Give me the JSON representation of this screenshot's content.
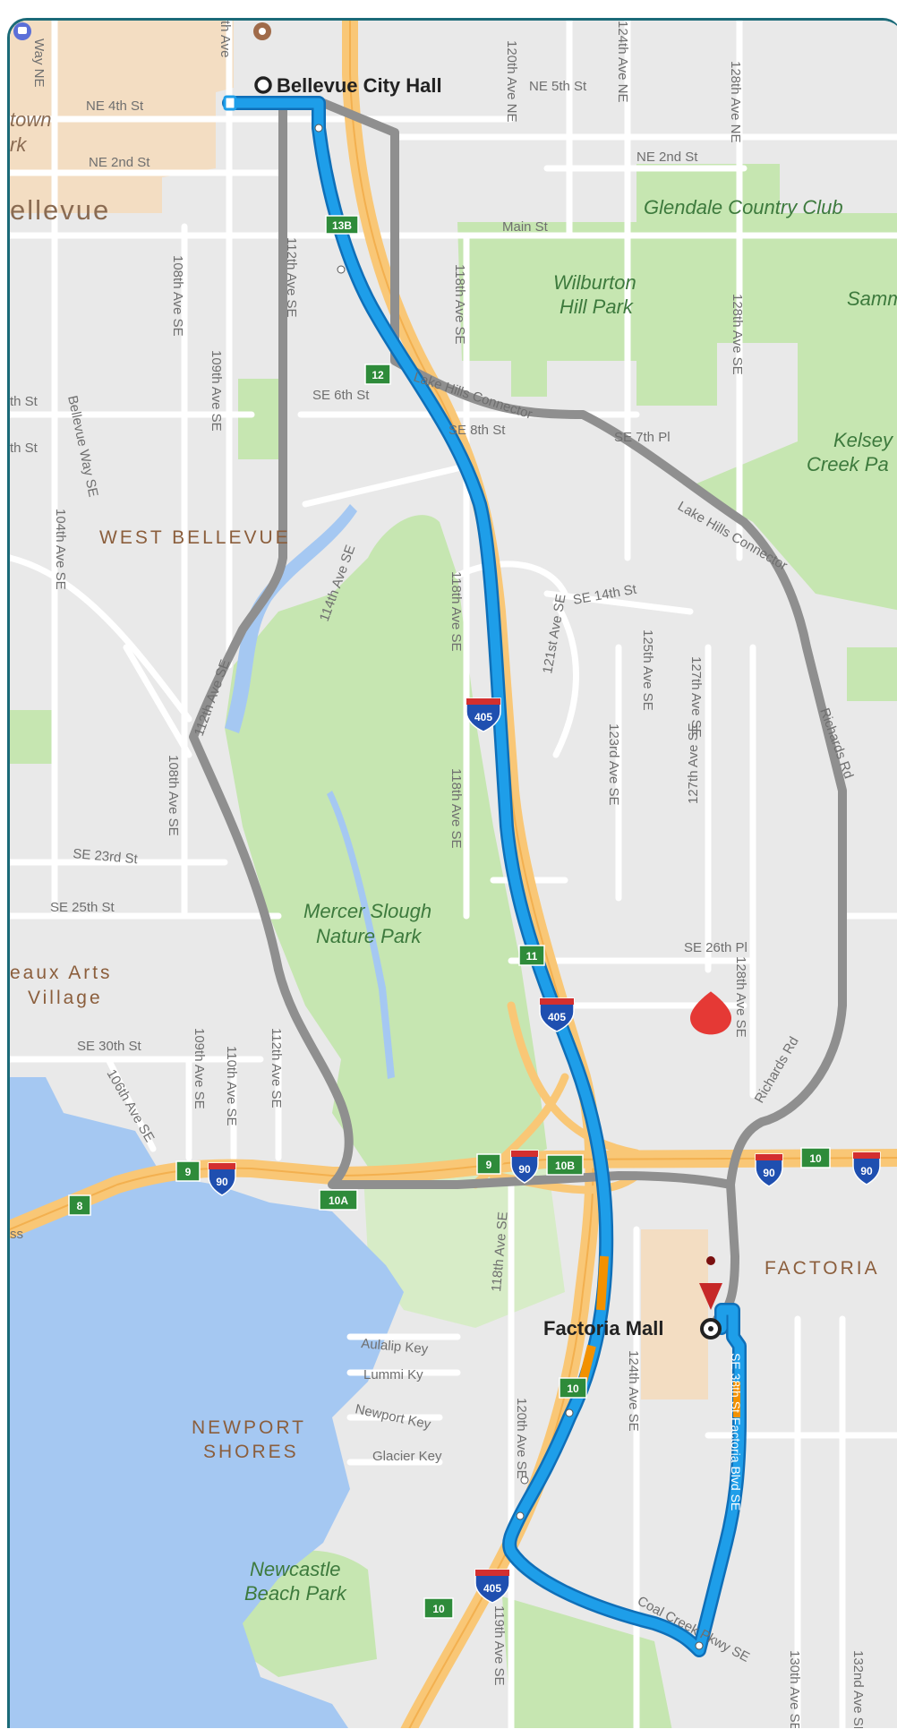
{
  "colors": {
    "land": "#e9e9e9",
    "park": "#c6e6b1",
    "water": "#a5c8f2",
    "commercial": "#f3ddc2",
    "road": "#ffffff",
    "highway": "#f9c776",
    "route_primary": "#1e9ee9",
    "route_alt": "#8f8f8f",
    "exit_sign": "#2e8b3a",
    "interstate": "#1f4fb0"
  },
  "places": {
    "origin": "Bellevue City Hall",
    "destination": "Factoria Mall",
    "bellevue_city": "ellevue",
    "downtown_top": "town",
    "downtown_bottom": "rk",
    "west_bellevue": "WEST BELLEVUE",
    "factoria": "FACTORIA",
    "newport_line1": "NEWPORT",
    "newport_line2": "SHORES",
    "beaux_arts_line1": "eaux Arts",
    "beaux_arts_line2": "Village"
  },
  "parks": {
    "wilburton_line1": "Wilburton",
    "wilburton_line2": "Hill Park",
    "mercer_line1": "Mercer Slough",
    "mercer_line2": "Nature Park",
    "newcastle_line1": "Newcastle",
    "newcastle_line2": "Beach Park",
    "kelsey_line1": "Kelsey",
    "kelsey_line2": "Creek Pa",
    "glendale": "Glendale Country Club",
    "samm": "Samm"
  },
  "streets": {
    "ne_4th": "NE 4th St",
    "ne_5th": "NE 5th St",
    "ne_2nd_left": "NE 2nd St",
    "ne_2nd_right": "NE 2nd St",
    "main_st": "Main St",
    "ave_120_ne": "120th Ave NE",
    "ave_124_ne": "124th Ave NE",
    "ave_128_ne": "128th Ave NE",
    "ave_112_top": "112th Ave SE",
    "ave_108_top": "108th Ave SE",
    "ave_109_top": "109th Ave SE",
    "ave_118_top": "118th Ave SE",
    "ave_128_se_top": "128th Ave SE",
    "se_6th": "SE 6th St",
    "se_8th": "SE 8th St",
    "se_7th_pl": "SE 7th Pl",
    "lake_hills_1": "Lake Hills Connector",
    "lake_hills_2": "Lake Hills Connector",
    "way_ne": "Way NE",
    "th_ave": "th Ave",
    "bellevue_way_se": "Bellevue Way SE",
    "ave_104": "104th Ave SE",
    "th_st_1": "th St",
    "th_st_2": "th St",
    "ave_114": "114th Ave SE",
    "ave_112_mid": "112th Ave SE",
    "se_14th": "SE 14th St",
    "ave_125": "125th Ave SE",
    "ave_127_a": "127th Ave SE",
    "ave_121": "121st Ave SE",
    "ave_123": "123rd Ave SE",
    "ave_118_mid": "118th Ave SE",
    "ave_118_mid2": "118th Ave SE",
    "richards_1": "Richards Rd",
    "richards_2": "Richards Rd",
    "ave_108_mid": "108th Ave SE",
    "se_23rd": "SE 23rd St",
    "se_25th": "SE 25th St",
    "se_26th_pl": "SE 26th Pl",
    "ave_127_b": "127th Ave SE",
    "ave_128_se_mid": "128th Ave SE",
    "se_30th": "SE 30th St",
    "ave_106": "106th Ave SE",
    "ave_109_low": "109th Ave SE",
    "ave_110": "110th Ave SE",
    "ave_112_low": "112th Ave SE",
    "ave_118_low": "118th Ave SE",
    "aulalip": "Aulalip Key",
    "lummi": "Lummi Ky",
    "newport_key": "Newport Key",
    "glacier": "Glacier Key",
    "ave_120_se": "120th Ave SE",
    "ave_124_se": "124th Ave SE",
    "ave_119": "119th Ave SE",
    "coal_creek": "Coal Creek Pkwy SE",
    "ave_130": "130th Ave SE",
    "ave_132": "132nd Ave SE",
    "ss": "ss",
    "on_route_top": "SE 38th St",
    "on_route_bottom": "Factoria Blvd SE"
  },
  "shields": {
    "i405_a": "405",
    "i405_b": "405",
    "i405_c": "405",
    "i90_a": "90",
    "i90_b": "90",
    "i90_c": "90",
    "i90_d": "90"
  },
  "exits": {
    "e13b": "13B",
    "e12": "12",
    "e11": "11",
    "e10a": "10A",
    "e10b": "10B",
    "e9a": "9",
    "e9b": "9",
    "e8": "8",
    "e10_a": "10",
    "e10_b": "10",
    "e10_c": "10"
  }
}
